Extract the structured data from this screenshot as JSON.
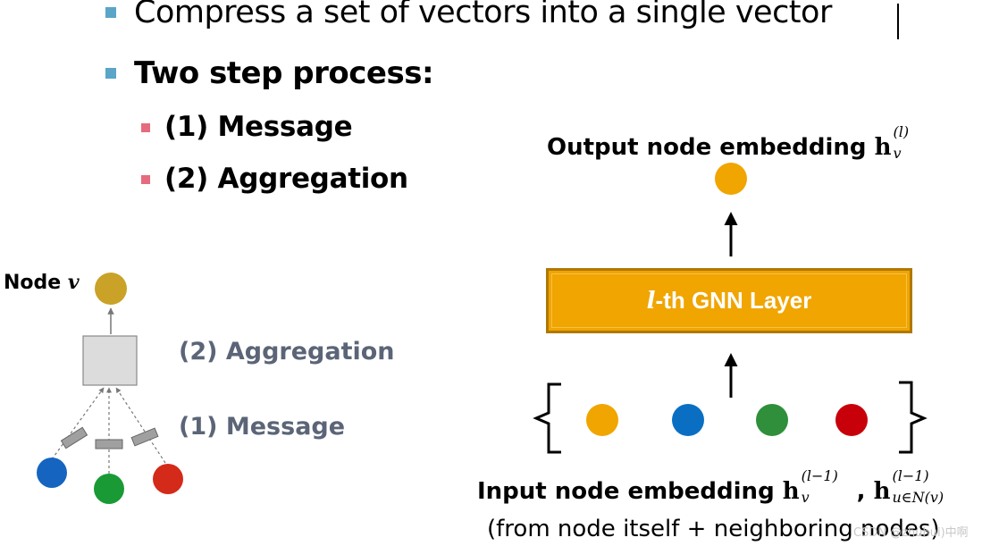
{
  "bullets": {
    "line1": "Compress a set of vectors into a single vector",
    "line2": "Two step process:",
    "sub1": "(1) Message",
    "sub2": "(2) Aggregation"
  },
  "left_diagram": {
    "node_label_prefix": "Node ",
    "node_label_var": "v",
    "aggregation_label": "(2) Aggregation",
    "message_label": "(1) Message"
  },
  "right_diagram": {
    "output_label": "Output node embedding ",
    "output_math_base": "h",
    "output_math_sub": "v",
    "output_math_sup": "(l)",
    "layer_label_var": "l",
    "layer_label_rest": "-th GNN Layer",
    "input_label": "Input node embedding ",
    "input_math1_base": "h",
    "input_math1_sub": "v",
    "input_math1_sup": "(l−1)",
    "input_comma": ", ",
    "input_math2_base": "h",
    "input_math2_sub": "u∈N(v)",
    "input_math2_sup": "(l−1)",
    "footer": "(from node itself + neighboring nodes)"
  },
  "colors": {
    "orange_node": "#f0a500",
    "blue_node": "#0a6fc2",
    "green_node": "#2f8f3a",
    "red_node": "#c8000a",
    "gold_node": "#c9a227",
    "left_blue": "#1565c0",
    "left_green": "#1a9a35",
    "left_red": "#d42a1a"
  },
  "watermark": "CSDN @zhuhui)中啊"
}
